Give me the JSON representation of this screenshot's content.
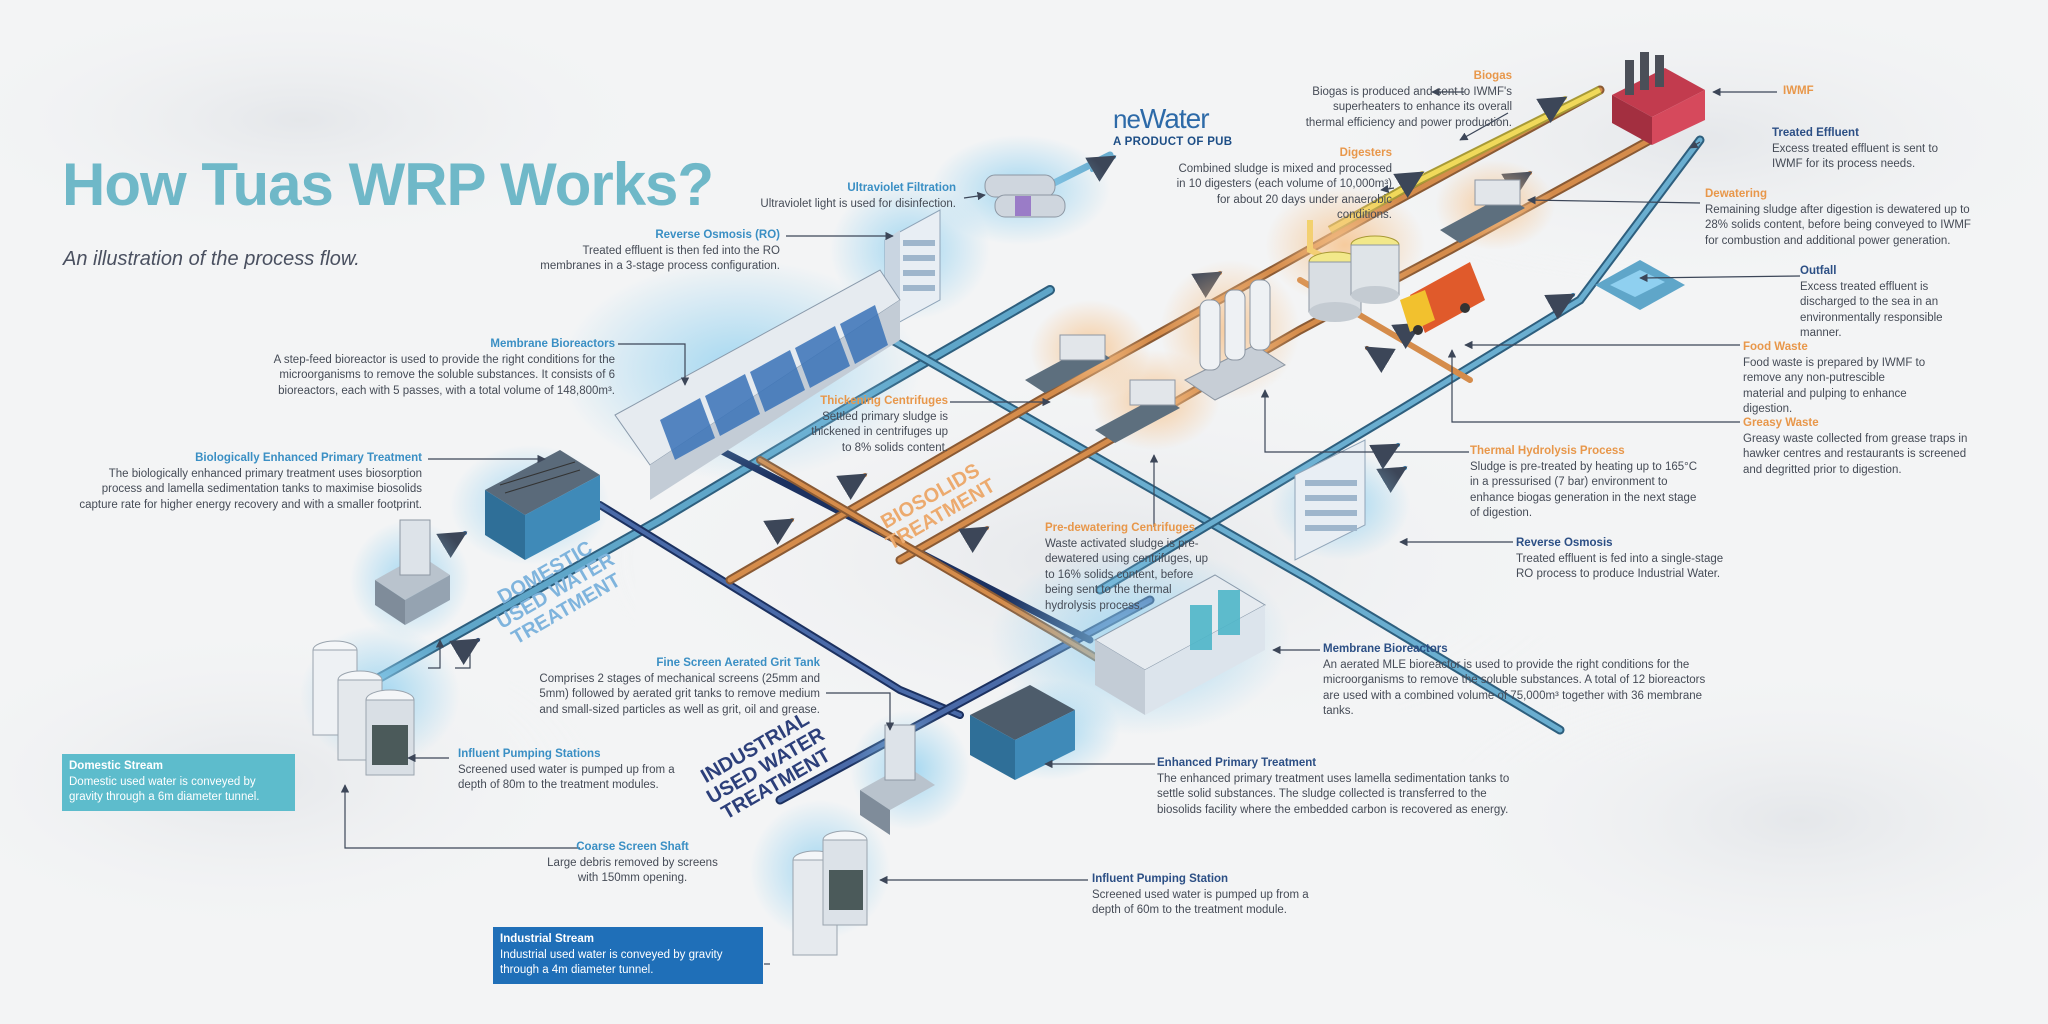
{
  "header": {
    "title": "How Tuas WRP Works?",
    "subtitle": "An illustration of the process flow."
  },
  "logo": {
    "brand_prefix": "NE",
    "brand_suffix": "Water",
    "tagline": "A PRODUCT OF PUB"
  },
  "zones": {
    "domestic": [
      "DOMESTIC",
      "USED WATER",
      "TREATMENT"
    ],
    "industrial": [
      "INDUSTRIAL",
      "USED WATER",
      "TREATMENT"
    ],
    "biosolids": [
      "BIOSOLIDS",
      "TREATMENT"
    ]
  },
  "colors": {
    "domestic_accent": "#3a8fc4",
    "biosolids_accent": "#e8974a",
    "industrial_accent": "#2c4f85",
    "domestic_stream_box": "#5dbccc",
    "industrial_stream_box": "#1f6fb8",
    "title": "#6fb8c8"
  },
  "streams": {
    "domestic": {
      "title": "Domestic Stream",
      "text": "Domestic used water is conveyed by gravity through a 6m diameter tunnel."
    },
    "industrial": {
      "title": "Industrial Stream",
      "text": "Industrial used water is conveyed by gravity through a 4m diameter tunnel."
    }
  },
  "labels": {
    "uv": {
      "title": "Ultraviolet Filtration",
      "text": "Ultraviolet light is used for disinfection."
    },
    "ro_domestic": {
      "title": "Reverse Osmosis (RO)",
      "text": "Treated effluent is then fed into the RO membranes in a 3-stage process configuration."
    },
    "mbr_domestic": {
      "title": "Membrane Bioreactors",
      "text": "A step-feed bioreactor is used to provide the right conditions for the microorganisms to remove the soluble substances. It consists of 6 bioreactors, each with 5 passes, with a total volume of 148,800m³."
    },
    "bept": {
      "title": "Biologically Enhanced Primary Treatment",
      "text": "The biologically enhanced primary treatment uses biosorption process and lamella sedimentation tanks to maximise biosolids capture rate for higher energy recovery and with a smaller footprint."
    },
    "grit": {
      "title": "Fine Screen Aerated Grit Tank",
      "text": "Comprises 2 stages of mechanical screens (25mm and 5mm) followed by aerated grit tanks to remove medium and small-sized particles as well as grit, oil and grease."
    },
    "ips_domestic": {
      "title": "Influent Pumping Stations",
      "text": "Screened used water is pumped up from a depth of 80m to the treatment modules."
    },
    "coarse": {
      "title": "Coarse Screen Shaft",
      "text": "Large debris removed by screens with 150mm opening."
    },
    "thickening": {
      "title": "Thickening Centrifuges",
      "text": "Settled primary sludge is thickened in centrifuges up to 8% solids content."
    },
    "predewatering": {
      "title": "Pre-dewatering Centrifuges",
      "text": "Waste activated sludge is pre-dewatered using centrifuges, up to 16% solids content, before being sent to the thermal hydrolysis process."
    },
    "biogas": {
      "title": "Biogas",
      "text": "Biogas is produced and sent to IWMF's superheaters to enhance its overall thermal efficiency and power production."
    },
    "digesters": {
      "title": "Digesters",
      "text": "Combined sludge is mixed and processed in 10 digesters (each volume of 10,000m³) for about 20 days under anaerobic conditions."
    },
    "iwmf": {
      "title": "IWMF"
    },
    "treated_effluent": {
      "title": "Treated Effluent",
      "text": "Excess treated effluent is sent to IWMF for its process needs."
    },
    "dewatering": {
      "title": "Dewatering",
      "text": "Remaining sludge after digestion is dewatered up to 28% solids content, before being conveyed to IWMF for combustion and additional power generation."
    },
    "outfall": {
      "title": "Outfall",
      "text": "Excess treated effluent is discharged to the sea in an environmentally responsible manner."
    },
    "food_waste": {
      "title": "Food Waste",
      "text": "Food waste is prepared by IWMF to remove any non-putrescible material and pulping to enhance digestion."
    },
    "greasy_waste": {
      "title": "Greasy Waste",
      "text": "Greasy waste collected from grease traps in hawker centres and restaurants is screened and degritted prior to digestion."
    },
    "thermal": {
      "title": "Thermal Hydrolysis Process",
      "text": "Sludge is pre-treated by heating up to 165°C in a pressurised (7 bar) environment to enhance biogas generation in the next stage of digestion."
    },
    "ro_industrial": {
      "title": "Reverse Osmosis",
      "text": "Treated effluent is fed into a single-stage RO process to produce Industrial Water."
    },
    "mbr_industrial": {
      "title": "Membrane Bioreactors",
      "text": "An aerated MLE bioreactor is used to provide the right conditions for the microorganisms to remove the soluble substances. A total of 12 bioreactors are used with a combined volume of 75,000m³ together with 36 membrane tanks."
    },
    "ept": {
      "title": "Enhanced Primary Treatment",
      "text": "The enhanced primary treatment uses lamella sedimentation tanks to settle solid substances. The sludge collected is transferred to the biosolids facility where the embedded carbon is recovered as energy."
    },
    "ips_industrial": {
      "title": "Influent Pumping Station",
      "text": "Screened used water is pumped up from a depth of 60m to the treatment module."
    }
  }
}
